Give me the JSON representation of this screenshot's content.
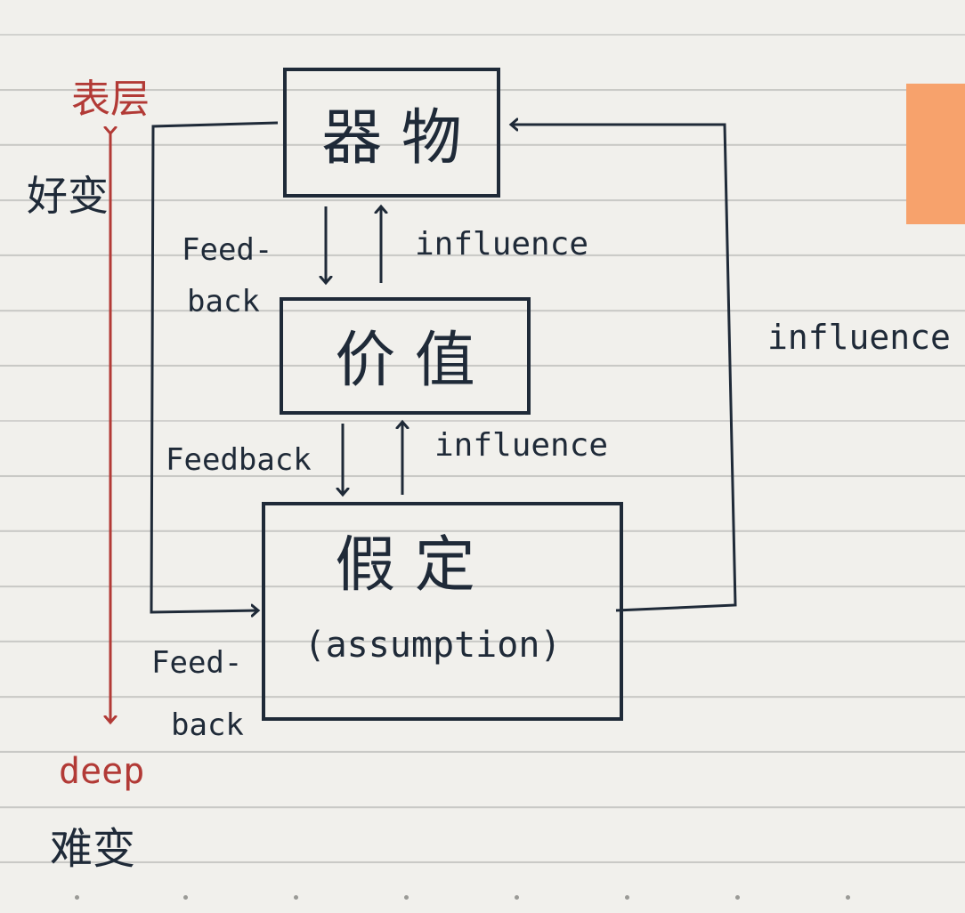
{
  "boxes": {
    "top": {
      "label": "器 物"
    },
    "middle": {
      "label": "价 值"
    },
    "bottom": {
      "label": "假 定",
      "sublabel": "(assumption)"
    }
  },
  "arrows": {
    "top_to_mid_feedback": "Feed-\nback",
    "mid_to_top_influence": "influence",
    "mid_to_bottom_feedback": "Feedback",
    "bottom_to_mid_influence": "influence",
    "right_loop_influence": "influence",
    "left_loop_feedback": "Feed-\nback"
  },
  "scale": {
    "top_label": "表层",
    "top_note": "好变",
    "bottom_label": "deep",
    "bottom_note": "难变"
  },
  "colors": {
    "ink": "#1f2a38",
    "red_ink": "#b23a36",
    "sticky": "#f7a26c"
  }
}
